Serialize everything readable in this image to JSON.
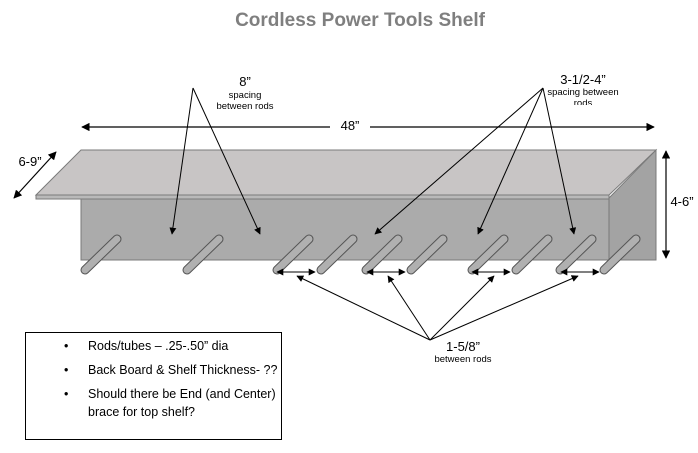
{
  "title": "Cordless Power Tools Shelf",
  "labels": {
    "rod_spacing_8": "8”",
    "rod_spacing_8_sub": "spacing between rods",
    "spacing_range": "3-1/2-4”",
    "spacing_range_sub": "spacing between rods",
    "width": "48”",
    "depth": "6-9”",
    "height": "4-6”",
    "rod_gap": "1-5/8”",
    "rod_gap_sub": "between rods"
  },
  "notes": [
    "Rods/tubes – .25-.50” dia",
    "Back Board & Shelf Thickness- ??",
    "Should there be End (and Center) brace for top shelf?"
  ],
  "colors": {
    "board": "#ababab",
    "shelf_top": "#c8c5c5",
    "shelf_edge": "#b9b9b9",
    "rod": "#b0b0b0",
    "title": "#7f7f7f"
  }
}
